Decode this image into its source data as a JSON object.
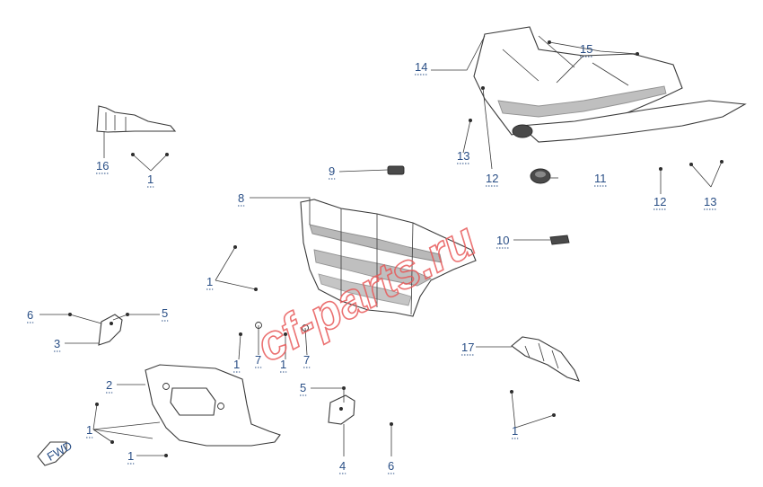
{
  "diagram": {
    "watermark": "cf-parts.ru",
    "callouts": [
      {
        "id": "c-14",
        "text": "14"
      },
      {
        "id": "c-15",
        "text": "15"
      },
      {
        "id": "c-16",
        "text": "16"
      },
      {
        "id": "c-1-top",
        "text": "1"
      },
      {
        "id": "c-13-left",
        "text": "13"
      },
      {
        "id": "c-12-left",
        "text": "12"
      },
      {
        "id": "c-11",
        "text": "11"
      },
      {
        "id": "c-12-right",
        "text": "12"
      },
      {
        "id": "c-13-right",
        "text": "13"
      },
      {
        "id": "c-9",
        "text": "9"
      },
      {
        "id": "c-8",
        "text": "8"
      },
      {
        "id": "c-10",
        "text": "10"
      },
      {
        "id": "c-1-mid",
        "text": "1"
      },
      {
        "id": "c-6-left",
        "text": "6"
      },
      {
        "id": "c-5-left",
        "text": "5"
      },
      {
        "id": "c-3",
        "text": "3"
      },
      {
        "id": "c-1-a",
        "text": "1"
      },
      {
        "id": "c-7-a",
        "text": "7"
      },
      {
        "id": "c-1-b",
        "text": "1"
      },
      {
        "id": "c-7-b",
        "text": "7"
      },
      {
        "id": "c-17",
        "text": "17"
      },
      {
        "id": "c-2",
        "text": "2"
      },
      {
        "id": "c-1-group",
        "text": "1"
      },
      {
        "id": "c-1-bottom",
        "text": "1"
      },
      {
        "id": "c-5-bottom",
        "text": "5"
      },
      {
        "id": "c-4",
        "text": "4"
      },
      {
        "id": "c-6-bottom",
        "text": "6"
      },
      {
        "id": "c-1-right",
        "text": "1"
      }
    ],
    "fwd_marker": "FWD"
  }
}
